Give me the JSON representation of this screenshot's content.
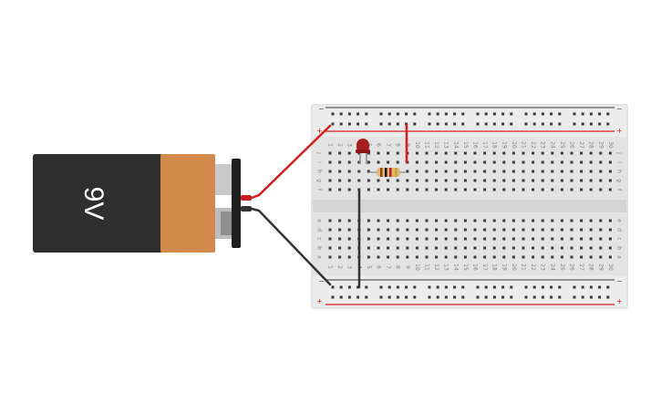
{
  "battery": {
    "label": "9V",
    "colors": {
      "body": "#2f2f2f",
      "band": "#d18a4c",
      "cap": "#1f1f1f",
      "terminal": "#c7c7c7"
    }
  },
  "breadboard": {
    "columns": 30,
    "top_row_labels": [
      "j",
      "i",
      "h",
      "g",
      "f"
    ],
    "bottom_row_labels": [
      "e",
      "d",
      "c",
      "b",
      "a"
    ],
    "rail_minus": "−",
    "rail_plus": "+",
    "colors": {
      "board": "#e6e6e6",
      "hole": "#3a3a3a",
      "red_line": "#d21e1e",
      "text": "#7d7d7d"
    }
  },
  "wires": {
    "positive_color": "#d21e1e",
    "negative_color": "#333333"
  },
  "led": {
    "color": "#a61e1e"
  },
  "resistor": {
    "band_colors": [
      "#8a4b00",
      "#111111",
      "#111111",
      "#c9a13a"
    ]
  }
}
